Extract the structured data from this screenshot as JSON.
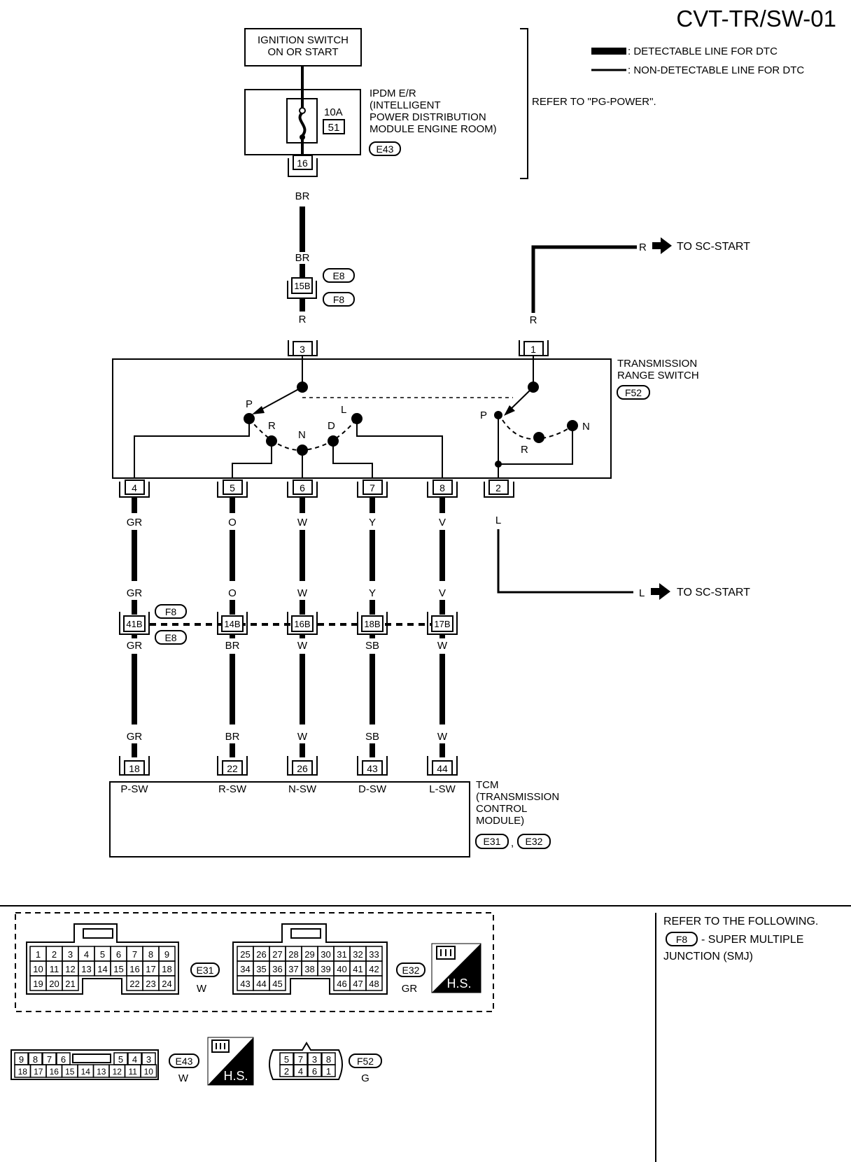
{
  "diagram_id": "CVT-TR/SW-01",
  "legend": {
    "detectable": ": DETECTABLE LINE FOR DTC",
    "non_detectable": ": NON-DETECTABLE LINE FOR DTC"
  },
  "ignition_switch": [
    "IGNITION SWITCH",
    "ON OR START"
  ],
  "ipdm": {
    "label": [
      "IPDM E/R",
      "(INTELLIGENT",
      "POWER DISTRIBUTION",
      "MODULE ENGINE ROOM)"
    ],
    "connector": "E43",
    "fuse_rating": "10A",
    "fuse_number": "51",
    "terminal": "16"
  },
  "refer_pg_power": "REFER TO \"PG-POWER\".",
  "wire_br": "BR",
  "wire_r": "R",
  "smj_top": {
    "terminal": "15B",
    "conn_upper": "E8",
    "conn_lower": "F8"
  },
  "to_sc_start": "TO SC-START",
  "range_switch": {
    "label": [
      "TRANSMISSION",
      "RANGE SWITCH"
    ],
    "connector": "F52",
    "pos_p": "P",
    "pos_r": "R",
    "pos_n": "N",
    "pos_d": "D",
    "pos_l": "L",
    "terminals": [
      "3",
      "1",
      "4",
      "5",
      "6",
      "7",
      "8",
      "2"
    ]
  },
  "wire_l": "L",
  "smj_mid": {
    "conn_upper": "F8",
    "conn_lower": "E8"
  },
  "columns": [
    {
      "color_top": "GR",
      "smj": "41B",
      "color_mid": "GR",
      "color_bot": "GR",
      "pin": "18",
      "signal": "P-SW"
    },
    {
      "color_top": "O",
      "smj": "14B",
      "color_mid": "BR",
      "color_bot": "BR",
      "pin": "22",
      "signal": "R-SW"
    },
    {
      "color_top": "W",
      "smj": "16B",
      "color_mid": "W",
      "color_bot": "W",
      "pin": "26",
      "signal": "N-SW"
    },
    {
      "color_top": "Y",
      "smj": "18B",
      "color_mid": "SB",
      "color_bot": "SB",
      "pin": "43",
      "signal": "D-SW"
    },
    {
      "color_top": "V",
      "smj": "17B",
      "color_mid": "W",
      "color_bot": "W",
      "pin": "44",
      "signal": "L-SW"
    }
  ],
  "tcm": {
    "label": [
      "TCM",
      "(TRANSMISSION",
      "CONTROL",
      "MODULE)"
    ],
    "conn1": "E31",
    "sep": ",",
    "conn2": "E32"
  },
  "footnote": {
    "title": "REFER TO THE FOLLOWING.",
    "conn": "F8",
    "desc": "- SUPER MULTIPLE",
    "desc2": "JUNCTION (SMJ)"
  },
  "connector_views": {
    "e31": {
      "id": "E31",
      "color": "W",
      "rows": [
        [
          "1",
          "2",
          "3",
          "4",
          "5",
          "6",
          "7",
          "8",
          "9"
        ],
        [
          "10",
          "11",
          "12",
          "13",
          "14",
          "15",
          "16",
          "17",
          "18"
        ],
        [
          "19",
          "20",
          "21",
          "",
          "",
          "",
          "22",
          "23",
          "24"
        ]
      ]
    },
    "e32": {
      "id": "E32",
      "color": "GR",
      "rows": [
        [
          "25",
          "26",
          "27",
          "28",
          "29",
          "30",
          "31",
          "32",
          "33"
        ],
        [
          "34",
          "35",
          "36",
          "37",
          "38",
          "39",
          "40",
          "41",
          "42"
        ],
        [
          "43",
          "44",
          "45",
          "",
          "",
          "",
          "46",
          "47",
          "48"
        ]
      ]
    },
    "e43": {
      "id": "E43",
      "color": "W",
      "top": [
        "9",
        "8",
        "7",
        "6",
        "5",
        "4",
        "3"
      ],
      "bottom": [
        "18",
        "17",
        "16",
        "15",
        "14",
        "13",
        "12",
        "11",
        "10"
      ]
    },
    "f52": {
      "id": "F52",
      "color": "G",
      "top": [
        "5",
        "7",
        "3",
        "8"
      ],
      "bottom": [
        "2",
        "4",
        "6",
        "1"
      ]
    },
    "hs_label": "H.S."
  }
}
